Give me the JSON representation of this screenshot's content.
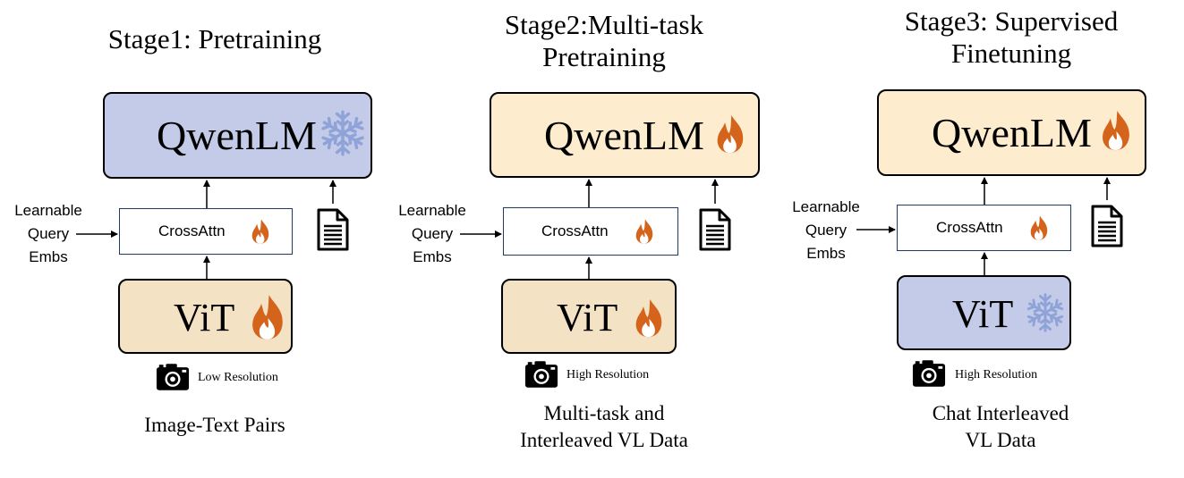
{
  "stages": [
    {
      "title": "Stage1: Pretraining",
      "llm": {
        "label": "QwenLM",
        "state_icon": "snowflake-icon",
        "color": "#c3cbe8"
      },
      "cross_attn": {
        "label": "CrossAttn",
        "state_icon": "fire-icon"
      },
      "vision": {
        "label": "ViT",
        "state_icon": "fire-icon",
        "color": "#f3e2c3"
      },
      "query_label": "Learnable\nQuery\nEmbs",
      "resolution": "Low Resolution",
      "data": "Image-Text Pairs"
    },
    {
      "title": "Stage2:Multi-task\nPretraining",
      "llm": {
        "label": "QwenLM",
        "state_icon": "fire-icon",
        "color": "#fdecce"
      },
      "cross_attn": {
        "label": "CrossAttn",
        "state_icon": "fire-icon"
      },
      "vision": {
        "label": "ViT",
        "state_icon": "fire-icon",
        "color": "#f3e2c3"
      },
      "query_label": "Learnable\nQuery\nEmbs",
      "resolution": "High Resolution",
      "data": "Multi-task and\nInterleaved VL Data"
    },
    {
      "title": "Stage3: Supervised\nFinetuning",
      "llm": {
        "label": "QwenLM",
        "state_icon": "fire-icon",
        "color": "#fdecce"
      },
      "cross_attn": {
        "label": "CrossAttn",
        "state_icon": "fire-icon"
      },
      "vision": {
        "label": "ViT",
        "state_icon": "snowflake-icon",
        "color": "#c3cbe8"
      },
      "query_label": "Learnable\nQuery\nEmbs",
      "resolution": "High Resolution",
      "data": "Chat Interleaved\nVL Data"
    }
  ],
  "colors": {
    "fire": "#d4641c",
    "snowflake": "#8fa3d8",
    "cross_border": "#1f3a68"
  }
}
